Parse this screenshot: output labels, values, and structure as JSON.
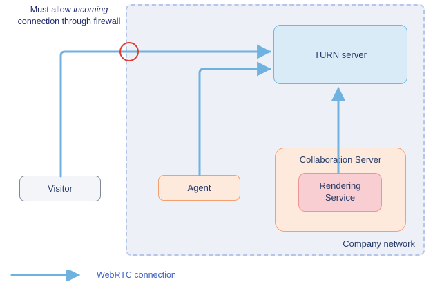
{
  "annotation": {
    "line1_normal": "Must allow ",
    "line1_italic": "incoming",
    "line2": "connection through firewall"
  },
  "network_label": "Company network",
  "nodes": {
    "turn_server": "TURN server",
    "collaboration_server": "Collaboration Server",
    "rendering_service": "Rendering Service",
    "agent": "Agent",
    "visitor": "Visitor"
  },
  "legend": {
    "webrtc_label": "WebRTC connection"
  },
  "colors": {
    "network_fill": "#edf1f7",
    "network_border": "#b6c6ea",
    "turn_fill": "#d8ebf7",
    "turn_border": "#77b5de",
    "orange_fill": "#fdeadd",
    "orange_border": "#f2a070",
    "rendering_fill": "#f9ced2",
    "rendering_border": "#ee9494",
    "visitor_fill": "#f4f5f8",
    "visitor_border": "#7e8899",
    "arrow": "#6fb2e0",
    "highlight_circle": "#e23b30",
    "annotation_text": "#202a6d",
    "text_dark": "#263a66",
    "legend_text": "#3c5fc6"
  }
}
